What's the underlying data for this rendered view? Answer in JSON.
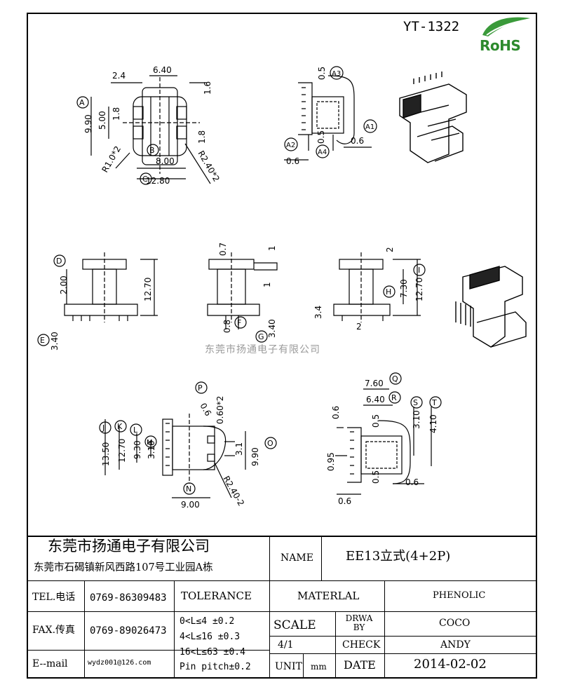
{
  "header": {
    "part_number": "YT-1322",
    "rohs_label": "RoHS"
  },
  "watermark": "东莞市扬通电子有限公司",
  "views": {
    "top_left": {
      "dims": [
        "2.4",
        "6.40",
        "1.6",
        "9.90",
        "5.00",
        "1.8",
        "1.8",
        "8.00",
        "12.80",
        "R1.0*2",
        "R2.40*2"
      ],
      "callouts": [
        "A",
        "B",
        "C"
      ]
    },
    "top_middle": {
      "dims": [
        "0.5",
        "0.5",
        "0.6",
        "0.6"
      ],
      "callouts": [
        "A3",
        "A1",
        "A2",
        "A4"
      ]
    },
    "middle_left": {
      "dims": [
        "2.00",
        "12.70",
        "3.40"
      ],
      "callouts": [
        "D",
        "E"
      ]
    },
    "middle_center": {
      "dims": [
        "0.7",
        "1",
        "1",
        "0.8",
        "3.40"
      ],
      "callouts": [
        "F",
        "G"
      ]
    },
    "middle_right": {
      "dims": [
        "2",
        "7.30",
        "12.70",
        "3.4",
        "2"
      ],
      "callouts": [
        "H",
        "I"
      ]
    },
    "bottom_left": {
      "dims": [
        "0.6",
        "0.60*2",
        "13.50",
        "12.70",
        "9.30",
        "3.10",
        "3.1",
        "9.90",
        "9.00",
        "R2.40-2"
      ],
      "callouts": [
        "P",
        "J",
        "K",
        "L",
        "M",
        "O",
        "N"
      ]
    },
    "bottom_right": {
      "dims": [
        "7.60",
        "6.40",
        "0.6",
        "0.5",
        "3.10",
        "4.10",
        "0.95",
        "0.5",
        "0.6",
        "0.6"
      ],
      "callouts": [
        "Q",
        "R",
        "S",
        "T"
      ]
    }
  },
  "title_block": {
    "company": "东莞市扬通电子有限公司",
    "address": "东莞市石碣镇新风西路107号工业园A栋",
    "name_label": "NAME",
    "name_value": "EE13立式(4+2P)",
    "tel_label": "TEL.电话",
    "tel_value": "0769-86309483",
    "fax_label": "FAX.传真",
    "fax_value": "0769-89026473",
    "email_label": "E--mail",
    "email_value": "wydz001@126.com",
    "tolerance_label": "TOLERANCE",
    "tolerances": [
      "0<L≤4   ±0.2",
      "4<L≤16  ±0.3",
      "16<L≤63 ±0.4",
      "Pin pitch±0.2"
    ],
    "material_label": "MATERLAL",
    "material_value": "PHENOLIC",
    "scale_label": "SCALE",
    "scale_value": "4/1",
    "drawn_by_label": "DRWA BY",
    "drawn_by_value": "COCO",
    "check_label": "CHECK",
    "check_value": "ANDY",
    "unit_label": "UNIT",
    "unit_value": "mm",
    "date_label": "DATE",
    "date_value": "2014-02-02"
  }
}
